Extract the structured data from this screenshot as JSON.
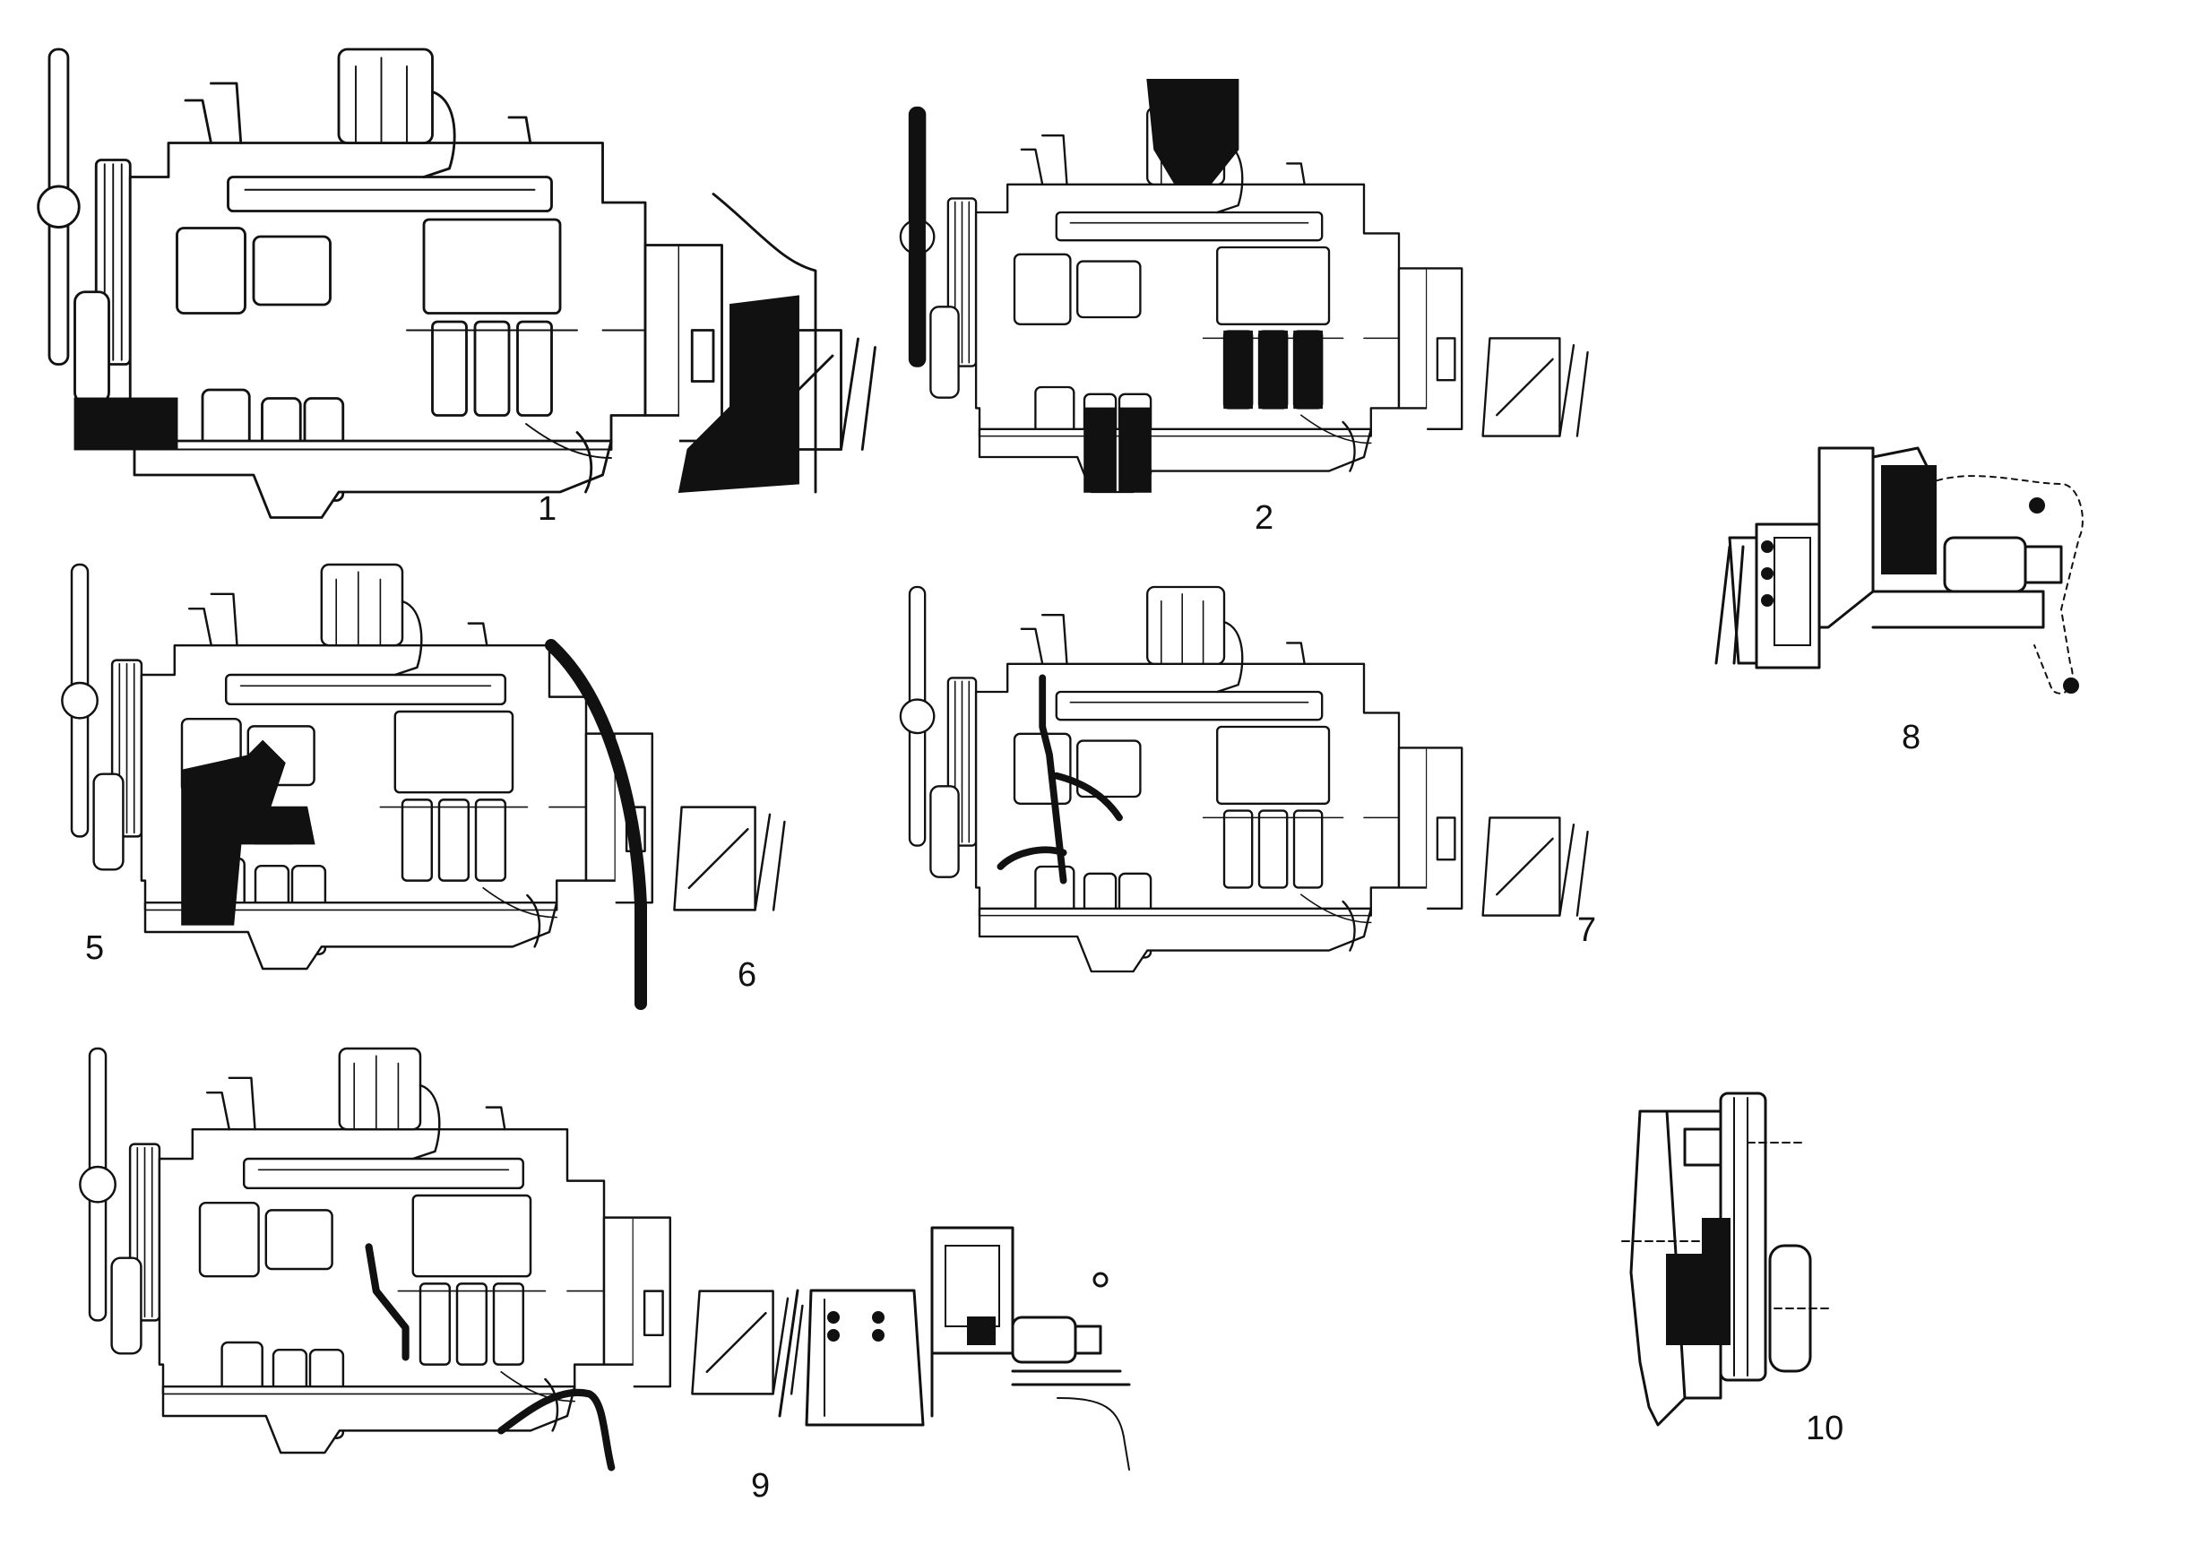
{
  "figures": [
    {
      "id": "fig-1",
      "label": "1",
      "view": "engine-side",
      "highlight": "oil-sump-and-flywheel-housing"
    },
    {
      "id": "fig-2",
      "label": "2",
      "view": "engine-side",
      "highlight": "air-intake-injectors-and-filters"
    },
    {
      "id": "fig-5",
      "label": "5",
      "view": "engine-side",
      "highlight": "fuel-pump"
    },
    {
      "id": "fig-6",
      "label": "6",
      "view": "engine-side",
      "highlight": "dipstick-tube"
    },
    {
      "id": "fig-7",
      "label": "7",
      "view": "engine-side",
      "highlight": "fuel-lines"
    },
    {
      "id": "fig-8",
      "label": "8",
      "view": "starter-detail",
      "highlight": "starter-relay"
    },
    {
      "id": "fig-9",
      "label": "9",
      "view": "engine-side-with-starter",
      "highlight": "wiring-harness"
    },
    {
      "id": "fig-10",
      "label": "10",
      "view": "front-pulley-detail",
      "highlight": "belt-tensioner"
    }
  ],
  "colors": {
    "ink": "#111111",
    "paper": "#ffffff"
  }
}
